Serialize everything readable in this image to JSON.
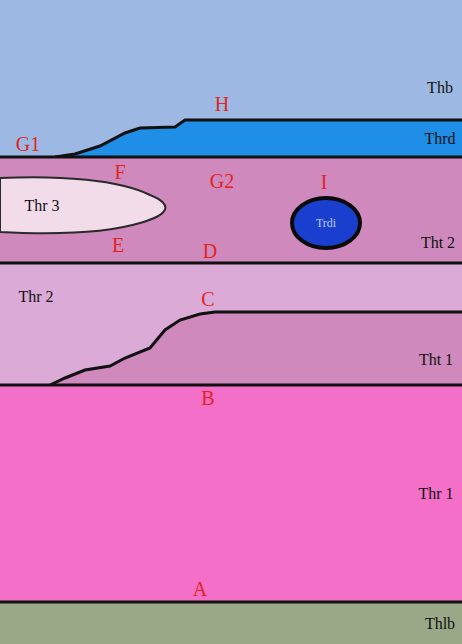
{
  "diagram": {
    "nodes": [
      {
        "text": [
          "Trdi"
        ]
      }
    ],
    "labels": [
      "Thb",
      "H",
      "G1",
      "Thrd",
      "G2",
      "F",
      "I",
      "Thr 3",
      "E",
      "Tht 2",
      "D",
      "Thr 2",
      "C",
      "Tht 1",
      "B",
      "Thr 1",
      "A",
      "Thlb"
    ]
  }
}
